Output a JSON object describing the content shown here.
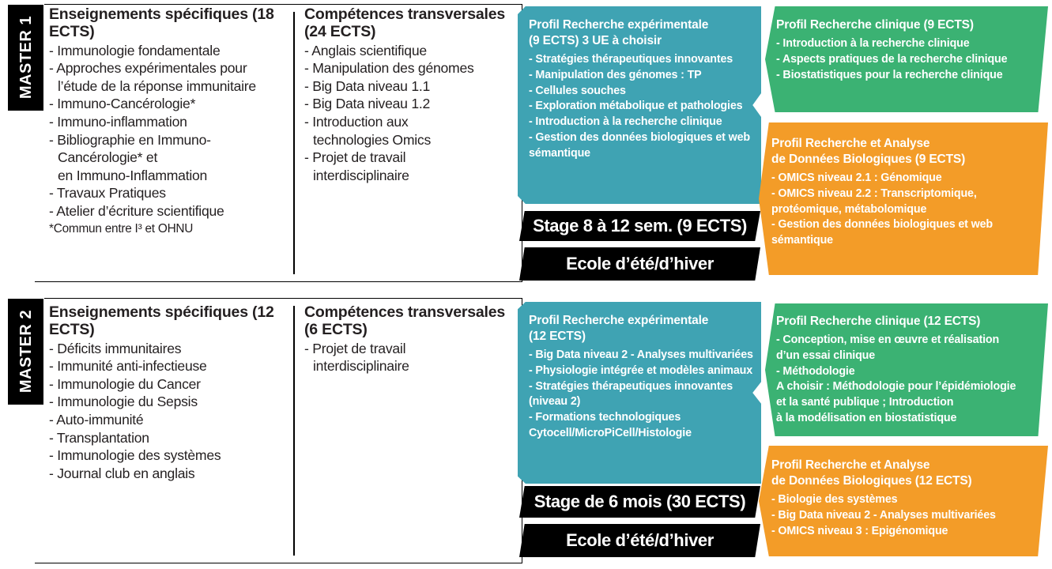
{
  "colors": {
    "teal": "#3fa3b3",
    "green": "#3bb273",
    "orange": "#f39c28",
    "black": "#000000",
    "text": "#231f20",
    "white": "#ffffff"
  },
  "master1": {
    "badge": "MASTER 1",
    "col1": {
      "heading": "Enseignements\nspécifiques (18 ECTS)",
      "items": [
        "- Immunologie fondamentale",
        "- Approches expérimentales pour\n   l’étude de la réponse immunitaire",
        "- Immuno-Cancérologie*",
        "- Immuno-inflammation",
        "- Bibliographie en Immuno-\n   Cancérologie* et\n   en Immuno-Inflammation",
        "- Travaux Pratiques",
        "- Atelier d’écriture scientifique"
      ],
      "note": "*Commun entre I³ et OHNU"
    },
    "col2": {
      "heading": "Compétences\ntransversales (24 ECTS)",
      "items": [
        "- Anglais scientifique",
        " - Manipulation des génomes",
        " - Big Data niveau 1.1",
        " - Big Data niveau 1.2",
        " - Introduction aux\n    technologies Omics",
        "- Projet de travail\n   interdisciplinaire"
      ]
    },
    "teal": {
      "title": "Profil Recherche expérimentale\n(9 ECTS) 3 UE à choisir",
      "items": [
        "   - Stratégies thérapeutiques innovantes",
        "  - Manipulation des génomes : TP",
        "- Cellules souches",
        "- Exploration métabolique et pathologies",
        "- Introduction à la recherche clinique",
        " - Gestion des données biologiques et web\n    sémantique"
      ]
    },
    "green": {
      "title": "Profil Recherche clinique (9 ECTS)",
      "items": [
        "  - Introduction à la recherche clinique",
        " - Aspects pratiques de la recherche clinique",
        "- Biostatistiques pour la recherche clinique"
      ]
    },
    "orange": {
      "title": "Profil Recherche et Analyse\n de Données Biologiques (9 ECTS)",
      "items": [
        " - OMICS niveau 2.1 : Génomique",
        "  - OMICS niveau 2.2 : Transcriptomique,\n     protéomique, métabolomique",
        "   - Gestion des données biologiques et web\n      sémantique"
      ]
    },
    "bars": [
      "Stage 8 à 12 sem. (9 ECTS)",
      "Ecole d’été/d’hiver"
    ]
  },
  "master2": {
    "badge": "MASTER 2",
    "col1": {
      "heading": "Enseignements\nspécifiques (12 ECTS)",
      "items": [
        "- Déficits immunitaires",
        "- Immunité anti-infectieuse",
        "- Immunologie du Cancer",
        "- Immunologie du Sepsis",
        "- Auto-immunité",
        "- Transplantation",
        "- Immunologie des systèmes",
        "- Journal club en anglais"
      ]
    },
    "col2": {
      "heading": "Compétences\ntransversales (6 ECTS)",
      "items": [
        "- Projet de travail\n   interdisciplinaire"
      ]
    },
    "teal": {
      "title": "Profil Recherche expérimentale\n (12 ECTS)",
      "items": [
        "  - Big Data niveau 2 - Analyses multivariées",
        " - Physiologie intégrée et modèles animaux",
        "- Stratégies thérapeutiques innovantes\n  (niveau 2)",
        "- Formations technologiques\n Cytocell/MicroPiCell/Histologie"
      ]
    },
    "green": {
      "title": "Profil Recherche clinique (12 ECTS)",
      "items": [
        "  - Conception, mise en œuvre et réalisation\n   d’un essai clinique",
        " - Méthodologie",
        "A choisir : Méthodologie pour l’épidémiologie\net la santé publique ; Introduction\n à la modélisation en biostatistique"
      ]
    },
    "orange": {
      "title": "Profil Recherche et Analyse\n de Données Biologiques (12 ECTS)",
      "items": [
        " - Biologie des systèmes",
        "  - Big Data niveau 2  - Analyses multivariées",
        "  - OMICS niveau 3 : Epigénomique"
      ]
    },
    "bars": [
      "Stage de 6 mois (30 ECTS)",
      "Ecole d’été/d’hiver"
    ]
  }
}
